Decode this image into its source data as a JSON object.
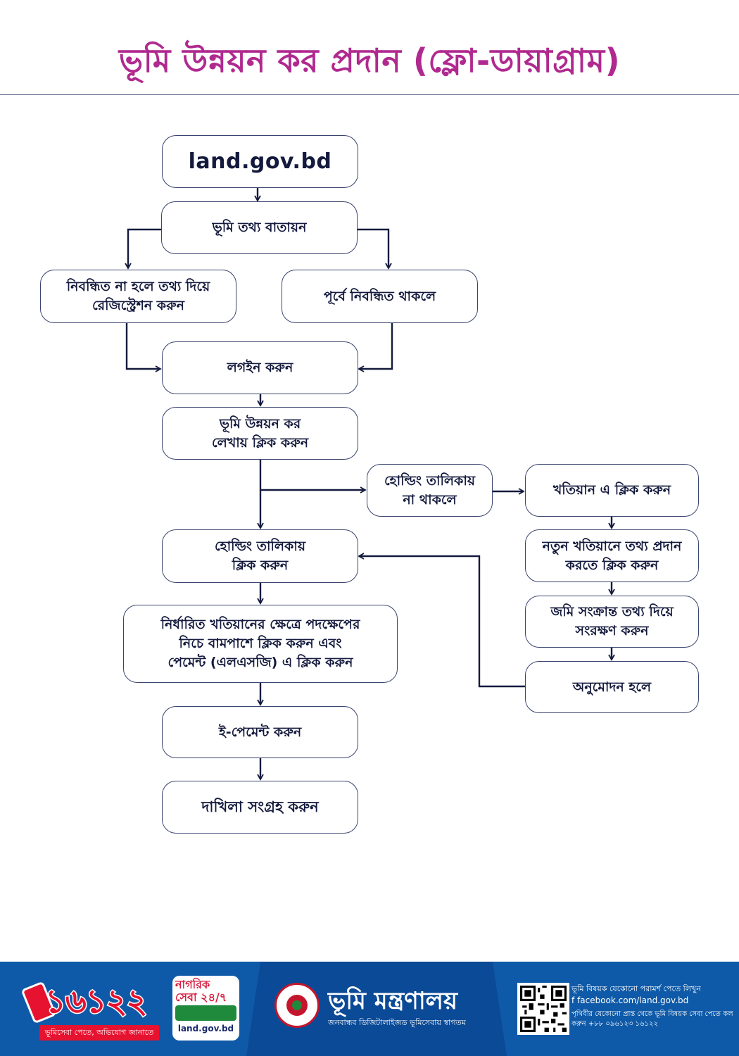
{
  "title": "ভূমি উন্নয়ন কর প্রদান (ফ্লো-ডায়াগ্রাম)",
  "nodes": {
    "website": "land.gov.bd",
    "portal": "ভূমি তথ্য বাতায়ন",
    "register": "নিবন্ধিত না হলে তথ্য দিয়ে\nরেজিস্ট্রেশন করুন",
    "registered": "পূর্বে নিবন্ধিত থাকলে",
    "login": "লগইন করুন",
    "ldtax_click": "ভূমি উন্নয়ন কর\nলেখায় ক্লিক করুন",
    "not_in_holding": "হোল্ডিং তালিকায়\nনা থাকলে",
    "khatian_click": "খতিয়ান এ ক্লিক করুন",
    "new_khatian": "নতুন খতিয়ানে তথ্য প্রদান\nকরতে ক্লিক করুন",
    "land_info_save": "জমি সংক্রান্ত তথ্য দিয়ে\nসংরক্ষণ করুন",
    "approved": "অনুমোদন হলে",
    "holding_click": "হোল্ডিং তালিকায়\nক্লিক করুন",
    "select_khatian": "নির্ধারিত খতিয়ানের ক্ষেত্রে পদক্ষেপের\nনিচে বামপাশে ক্লিক করুন এবং\nপেমেন্ট (এলএসজি) এ ক্লিক করুন",
    "epayment": "ই-পেমেন্ট করুন",
    "collect_receipt": "দাখিলা সংগ্রহ করুন"
  },
  "footer": {
    "hotline": "১৬১২২",
    "hotline_tagline": "ভূমিসেবা পেতে, অভিযোগ জানাতে",
    "nagorik_title": "নাগরিক",
    "nagorik_service": "সেবা ২৪/৭",
    "nagorik_url": "land.gov.bd",
    "ministry_name": "ভূমি মন্ত্রণালয়",
    "ministry_tagline": "জনবান্ধব ডিজিটালাইজড ভূমিসেবায় স্বাগতম",
    "info_line1": "ভূমি বিষয়ক যেকোনো পরামর্শ পেতে লিখুন",
    "info_facebook": "f  facebook.com/land.gov.bd",
    "info_line3": "পৃথিবীর যেকোনো প্রান্ত থেকে ভূমি বিষয়ক সেবা পেতে কল করুন +৮৮ ০৯৬১২৩ ১৬১২২"
  },
  "colors": {
    "title": "#b0298f",
    "box_border": "#3a4470",
    "arrow": "#141a3d",
    "footer_bg": "#0f5aa8",
    "hotline_red": "#e6122f"
  }
}
